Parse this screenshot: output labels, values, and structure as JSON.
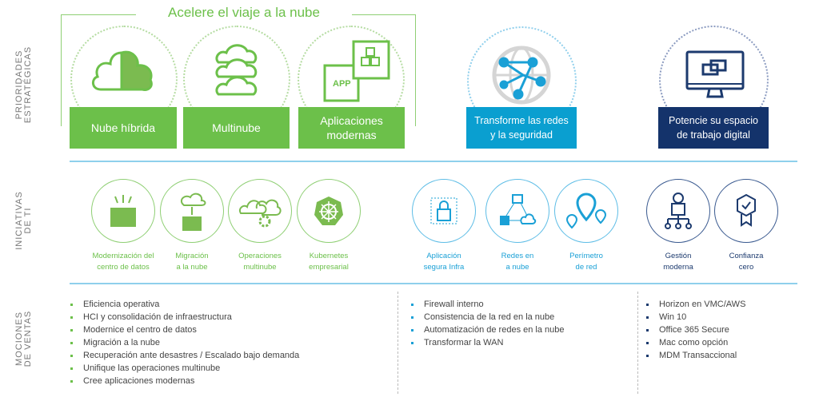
{
  "side_labels": {
    "priorities": [
      "PRIORIDADES",
      "ESTRATÉGICAS"
    ],
    "initiatives": [
      "INICIATIVAS",
      "DE TI"
    ],
    "sales": [
      "MOCIONES",
      "DE VENTAS"
    ]
  },
  "bracket_title": "Acelere el viaje a la nube",
  "priorities": [
    {
      "label": "Nube híbrida",
      "icon": "hybrid-cloud-icon"
    },
    {
      "label": "Multinube",
      "icon": "multi-cloud-icon"
    },
    {
      "label": "Aplicaciones modernas",
      "icon": "modern-apps-icon",
      "icon_text": "APP"
    },
    {
      "label": "Transforme las redes y la seguridad",
      "icon": "network-globe-icon"
    },
    {
      "label": "Potencie su espacio de trabajo digital",
      "icon": "desktop-monitor-icon"
    }
  ],
  "initiatives": [
    {
      "l1": "Modernización del",
      "l2": "centro de datos"
    },
    {
      "l1": "Migración",
      "l2": "a la nube"
    },
    {
      "l1": "Operaciones",
      "l2": "multinube"
    },
    {
      "l1": "Kubernetes",
      "l2": "empresarial"
    },
    {
      "l1": "Aplicación",
      "l2": "segura Infra"
    },
    {
      "l1": "Redes en",
      "l2": "a nube"
    },
    {
      "l1": "Perímetro",
      "l2": "de red"
    },
    {
      "l1": "Gestión",
      "l2": "moderna"
    },
    {
      "l1": "Confianza",
      "l2": "cero"
    }
  ],
  "sales": {
    "cloud": [
      "Eficiencia operativa",
      "HCI y consolidación de infraestructura",
      "Modernice el centro de datos",
      "Migración a la nube",
      "Recuperación ante desastres / Escalado bajo demanda",
      "Unifique las operaciones multinube",
      "Cree aplicaciones modernas"
    ],
    "network": [
      "Firewall interno",
      "Consistencia de la red en la nube",
      "Automatización de redes en la nube",
      "Transformar la WAN"
    ],
    "workspace": [
      "Horizon en VMC/AWS",
      "Win 10",
      "Office 365 Secure",
      "Mac como opción",
      "MDM Transaccional"
    ]
  },
  "colors": {
    "green": "#6cc04a",
    "blue": "#0a9fd0",
    "navy": "#14336b"
  }
}
